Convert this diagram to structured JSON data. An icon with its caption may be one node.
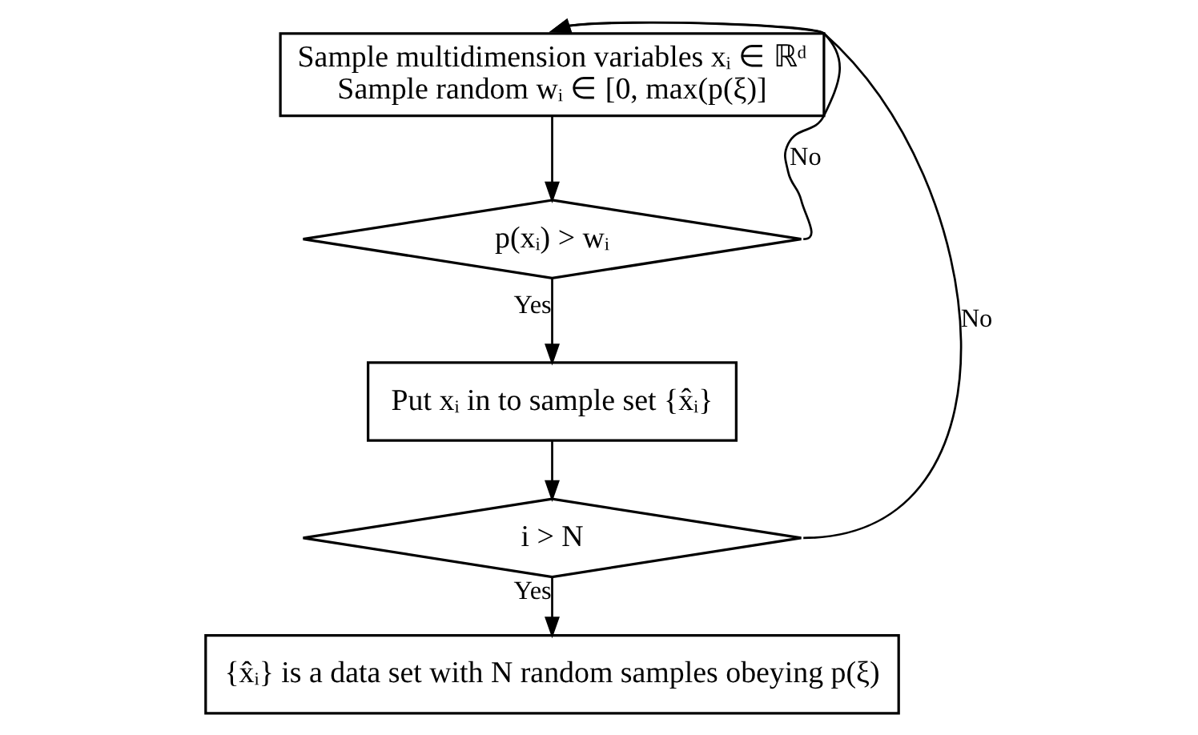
{
  "diagram": {
    "nodes": [
      {
        "text": [
          "Sample multidimension variables xᵢ ∈ ℝᵈ",
          "Sample random wᵢ ∈ [0, max(p(ξ)]"
        ]
      },
      {
        "text": [
          "p(xᵢ) > wᵢ"
        ]
      },
      {
        "text": [
          "Put xᵢ in to sample set {x̂ᵢ}"
        ]
      },
      {
        "text": [
          "i > N"
        ]
      },
      {
        "text": [
          "{x̂ᵢ} is a data set with N random samples obeying p(ξ)"
        ]
      }
    ],
    "edges": [
      {
        "from": 0,
        "to": 1,
        "arrow": "to"
      },
      {
        "from": 1,
        "to": 2,
        "arrow": "to",
        "label": "Yes"
      },
      {
        "from": 1,
        "to": 0,
        "arrow": "to",
        "label": "No"
      },
      {
        "from": 2,
        "to": 3,
        "arrow": "to"
      },
      {
        "from": 3,
        "to": 4,
        "arrow": "to",
        "label": "Yes"
      },
      {
        "from": 3,
        "to": 0,
        "arrow": "to",
        "label": "No"
      }
    ]
  }
}
